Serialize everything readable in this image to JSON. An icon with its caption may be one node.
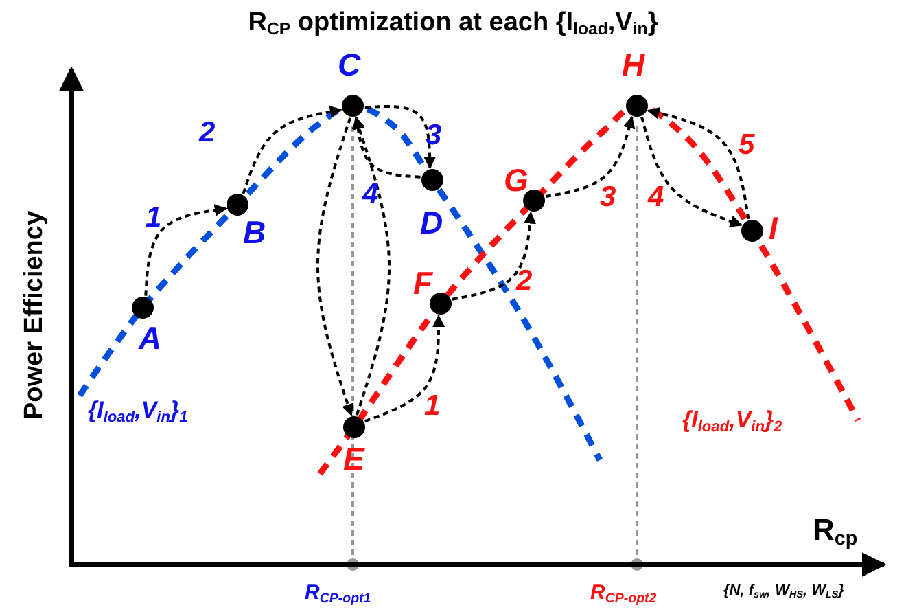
{
  "diagram": {
    "title": "R$_{CP}$ optimization at each {I$_{load}$,V$_{in}$}",
    "nodes": [
      {
        "text": [
          "A"
        ]
      },
      {
        "text": [
          "B"
        ]
      },
      {
        "text": [
          "C"
        ]
      },
      {
        "text": [
          "D"
        ]
      },
      {
        "text": [
          "E"
        ]
      },
      {
        "text": [
          "F"
        ]
      },
      {
        "text": [
          "G"
        ]
      },
      {
        "text": [
          "H"
        ]
      },
      {
        "text": [
          "I"
        ]
      }
    ],
    "edges": [
      {
        "from": 0,
        "to": 1,
        "arrow": "to",
        "style": "dashed",
        "label": "1"
      },
      {
        "from": 1,
        "to": 2,
        "arrow": "to",
        "style": "dashed",
        "label": "2"
      },
      {
        "from": 2,
        "to": 3,
        "arrow": "to",
        "style": "dashed",
        "label": "3"
      },
      {
        "from": 3,
        "to": 2,
        "arrow": "to",
        "style": "dashed",
        "label": "4"
      },
      {
        "from": 2,
        "to": 4,
        "arrow": "to",
        "style": "dashed"
      },
      {
        "from": 4,
        "to": 2,
        "arrow": "to",
        "style": "dashed"
      },
      {
        "from": 4,
        "to": 5,
        "arrow": "to",
        "style": "dashed",
        "label": "1"
      },
      {
        "from": 5,
        "to": 6,
        "arrow": "to",
        "style": "dashed",
        "label": "2"
      },
      {
        "from": 6,
        "to": 7,
        "arrow": "to",
        "style": "dashed",
        "label": "3"
      },
      {
        "from": 7,
        "to": 8,
        "arrow": "to",
        "style": "dashed",
        "label": "4"
      },
      {
        "from": 8,
        "to": 7,
        "arrow": "to",
        "style": "dashed",
        "label": "5"
      }
    ],
    "labels": [
      "Power Efficiency",
      "{*I$_{load}$*,*V$_{in}$*}$_{1}$",
      "{*I$_{load}$*,*V$_{in}$*}$_{2}$",
      "R$_{cp}$",
      "*R$_{CP-opt1}$*",
      "*R$_{CP-opt2}$*",
      "*{N, f$_{sw}$, W$_{HS}$, W$_{LS}$}*"
    ]
  }
}
